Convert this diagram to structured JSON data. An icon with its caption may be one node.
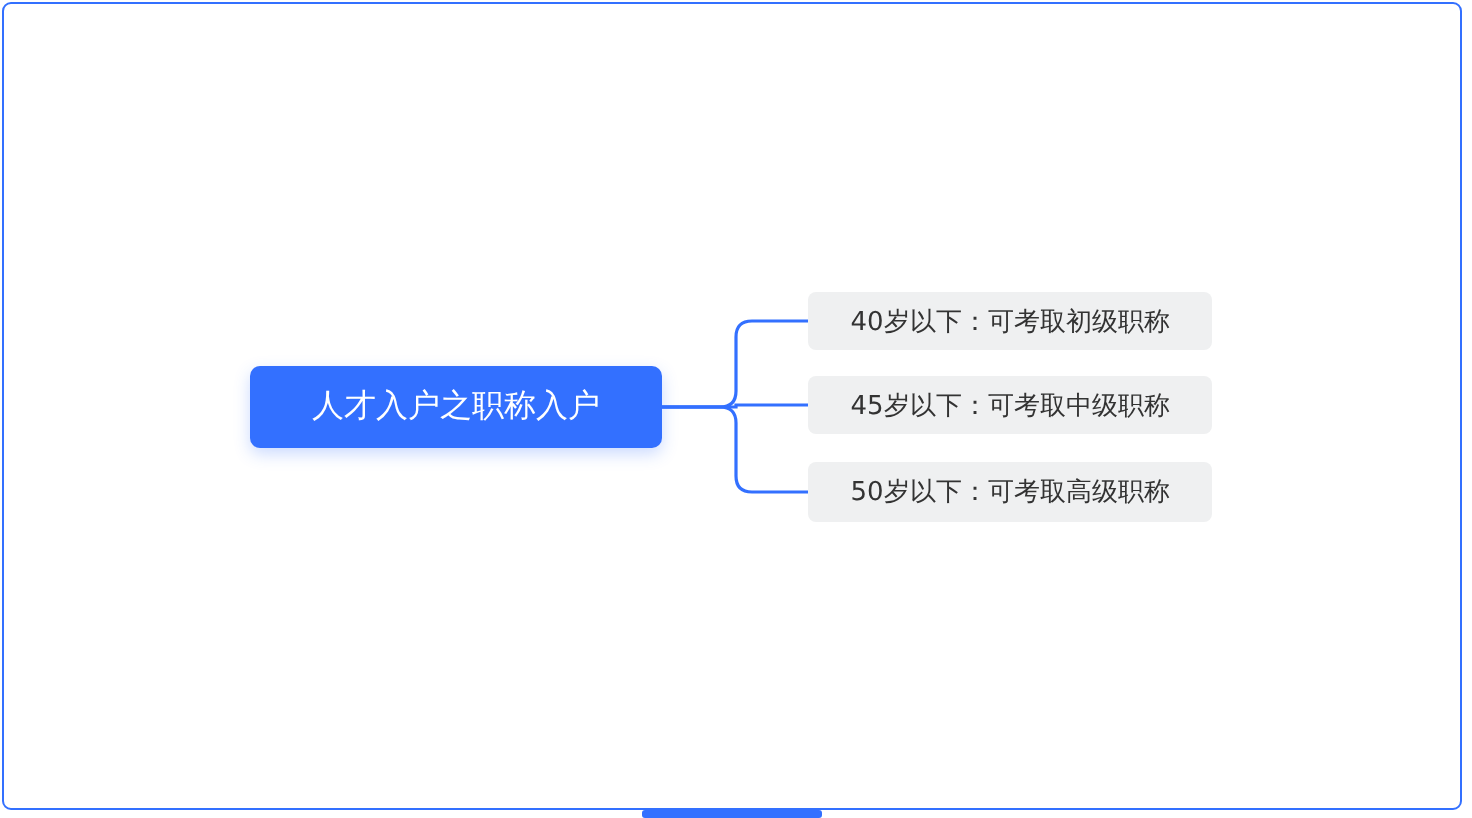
{
  "diagram": {
    "nodes": [
      {
        "text": [
          "人才入户之职称入户"
        ]
      },
      {
        "text": [
          "40岁以下：可考取初级职称"
        ]
      },
      {
        "text": [
          "45岁以下：可考取中级职称"
        ]
      },
      {
        "text": [
          "50岁以下：可考取高级职称"
        ]
      }
    ],
    "edges": [
      {
        "from": 0,
        "to": 1,
        "arrow": "none"
      },
      {
        "from": 0,
        "to": 2,
        "arrow": "none"
      },
      {
        "from": 0,
        "to": 3,
        "arrow": "none"
      }
    ]
  }
}
